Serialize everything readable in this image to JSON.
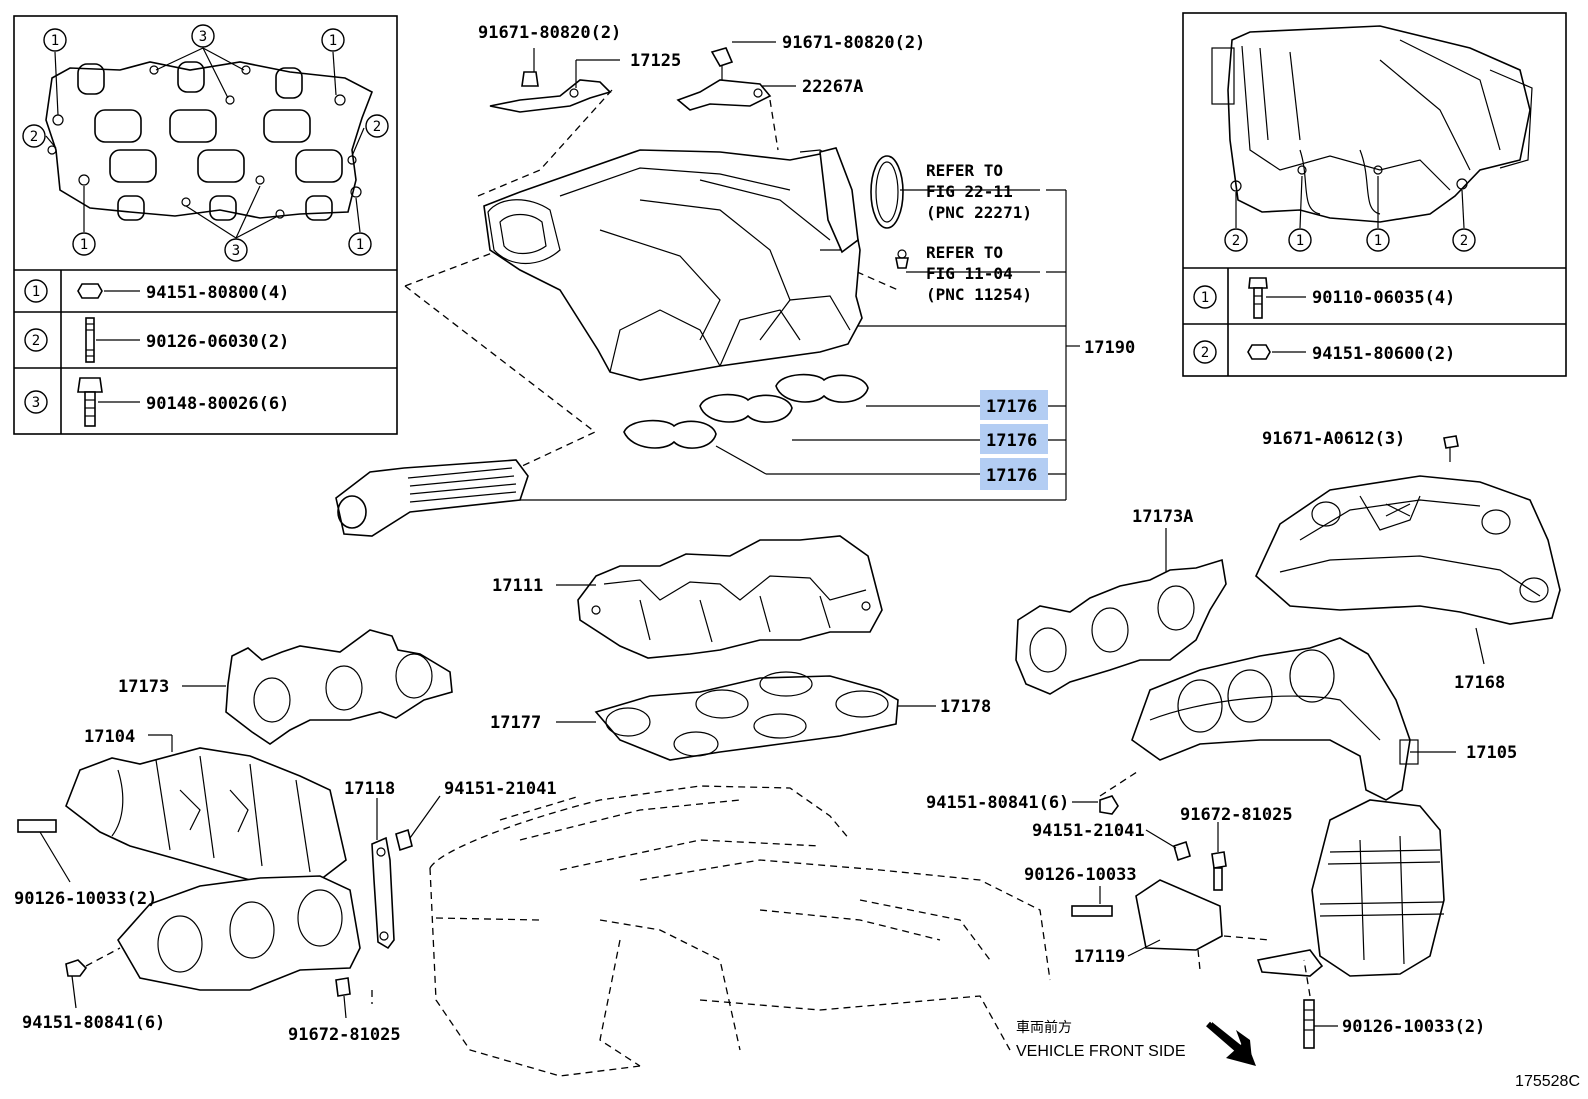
{
  "diagram_id": "175528C",
  "front_label": {
    "japanese": "車両前方",
    "english": "VEHICLE FRONT SIDE"
  },
  "references": [
    {
      "line1": "REFER TO",
      "line2": "FIG 22-11",
      "line3": "(PNC 22271)"
    },
    {
      "line1": "REFER TO",
      "line2": "FIG 11-04",
      "line3": "(PNC 11254)"
    }
  ],
  "legend_left": {
    "callouts": {
      "c1": "1",
      "c2": "2",
      "c3": "3"
    },
    "rows": [
      {
        "key": "1",
        "part": "94151-80800(4)"
      },
      {
        "key": "2",
        "part": "90126-06030(2)"
      },
      {
        "key": "3",
        "part": "90148-80026(6)"
      }
    ]
  },
  "legend_right": {
    "callouts": {
      "c1": "1",
      "c2": "2"
    },
    "rows": [
      {
        "key": "1",
        "part": "90110-06035(4)"
      },
      {
        "key": "2",
        "part": "94151-80600(2)"
      }
    ]
  },
  "part_labels": {
    "p91671_80820_a": "91671-80820(2)",
    "p91671_80820_b": "91671-80820(2)",
    "p17125": "17125",
    "p22267A": "22267A",
    "p17190": "17190",
    "p17176_a": "17176",
    "p17176_b": "17176",
    "p17176_c": "17176",
    "p91671_A0612": "91671-A0612(3)",
    "p17173A": "17173A",
    "p17168": "17168",
    "p17111": "17111",
    "p17173": "17173",
    "p17177": "17177",
    "p17178": "17178",
    "p17104": "17104",
    "p17118": "17118",
    "p94151_21041_a": "94151-21041",
    "p90126_10033_a": "90126-10033(2)",
    "p94151_80841_a": "94151-80841(6)",
    "p91672_81025_a": "91672-81025",
    "p17105": "17105",
    "p94151_80841_b": "94151-80841(6)",
    "p94151_21041_b": "94151-21041",
    "p91672_81025_b": "91672-81025",
    "p90126_10033_b": "90126-10033",
    "p17119": "17119",
    "p90126_10033_c": "90126-10033(2)"
  },
  "highlight_color": "#b3cdf3"
}
